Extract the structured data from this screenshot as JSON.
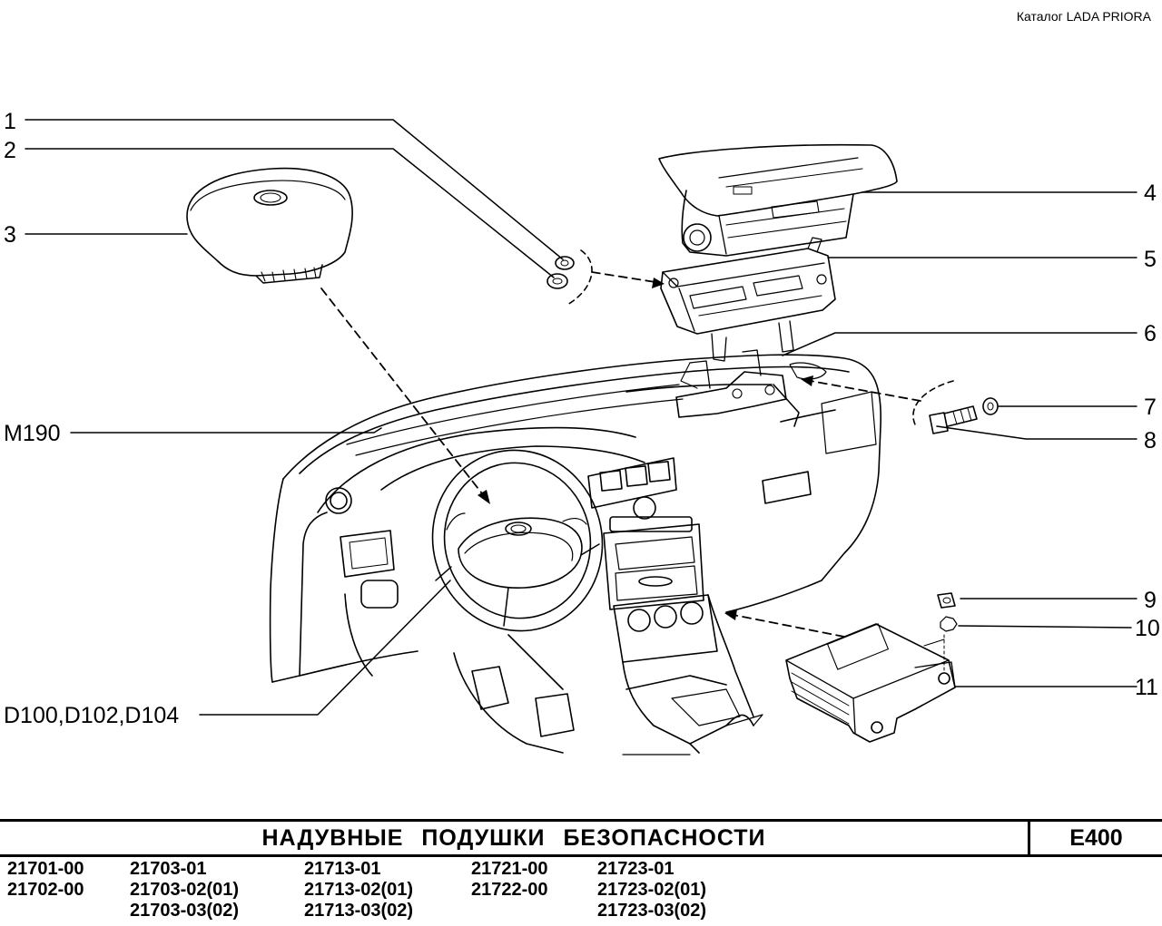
{
  "header": {
    "catalog": "Каталог  LADA  PRIORA"
  },
  "callouts": {
    "c1": "1",
    "c2": "2",
    "c3": "3",
    "c4": "4",
    "c5": "5",
    "c6": "6",
    "c7": "7",
    "c8": "8",
    "c9": "9",
    "c10": "10",
    "c11": "11",
    "m190": "M190",
    "d100": "D100,D102,D104"
  },
  "title_block": {
    "title": "НАДУВНЫЕ   ПОДУШКИ   БЕЗОПАСНОСТИ",
    "code": "E400"
  },
  "models": [
    [
      "21701-00",
      "21702-00"
    ],
    [
      "21703-01",
      "21703-02(01)",
      "21703-03(02)"
    ],
    [
      "21713-01",
      "21713-02(01)",
      "21713-03(02)"
    ],
    [
      "21721-00",
      "21722-00"
    ],
    [
      "21723-01",
      "21723-02(01)",
      "21723-03(02)"
    ]
  ]
}
